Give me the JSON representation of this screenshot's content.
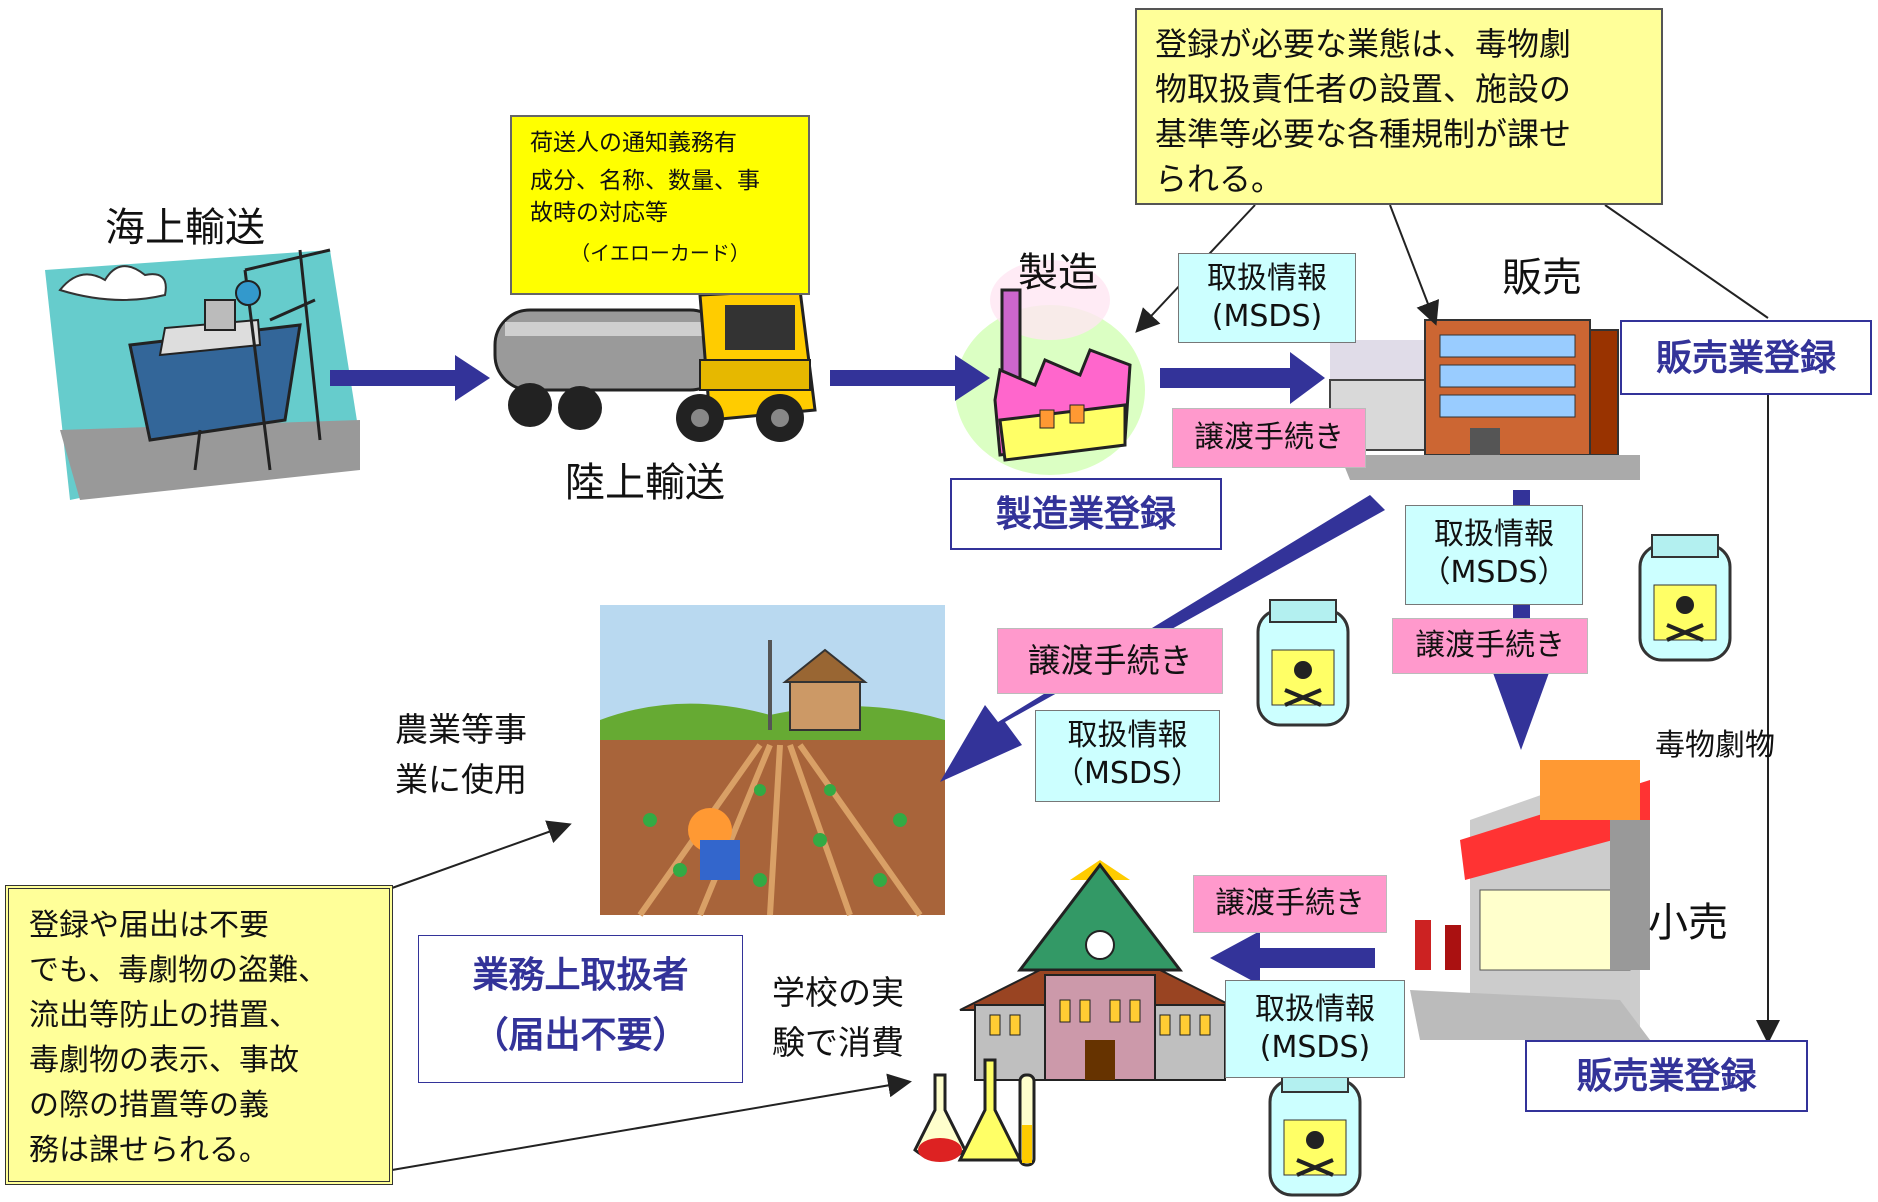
{
  "colors": {
    "arrow": "#333399",
    "thinArrow": "#222222",
    "register": "#333399",
    "pink": "#ff99cc",
    "cyan": "#ccffff",
    "yellow": "#ffff00",
    "cream": "#ffff99"
  },
  "sea": {
    "title": "海上輸送",
    "icon": "cargo-ship-icon"
  },
  "land": {
    "title": "陸上輸送",
    "icon": "tanker-truck-icon"
  },
  "shipper_note": {
    "line1": "荷送人の通知義務有",
    "line2": "成分、名称、数量、事",
    "line3": "故時の対応等",
    "line4": "（イエローカード）"
  },
  "registration_note": {
    "line1": "登録が必要な業態は、毒物劇",
    "line2": "物取扱責任者の設置、施設の",
    "line3": "基準等必要な各種規制が課せ",
    "line4": "られる。"
  },
  "manufacture": {
    "title": "製造",
    "registration": "製造業登録",
    "icon": "factory-icon"
  },
  "sales": {
    "title": "販売",
    "registration": "販売業登録",
    "icon": "office-building-icon"
  },
  "retail": {
    "title": "小売",
    "registration": "販売業登録",
    "icon": "retail-store-icon"
  },
  "msds": {
    "line1": "取扱情報",
    "line2": "(MSDS)",
    "line2_full": "（MSDS）"
  },
  "transfer": "譲渡手続き",
  "poison_label": "毒物劇物",
  "agriculture": {
    "line1": "農業等事",
    "line2": "業に使用",
    "icon": "farm-field-icon"
  },
  "school": {
    "line1": "学校の実",
    "line2": "験で消費",
    "icon": "school-building-icon"
  },
  "business_handler": {
    "line1": "業務上取扱者",
    "line2": "（届出不要）"
  },
  "exempt_note": {
    "line1": "登録や届出は不要",
    "line2": "でも、毒劇物の盗難、",
    "line3": "流出等防止の措置、",
    "line4": "毒劇物の表示、事故",
    "line5": "の際の措置等の義",
    "line6": "務は課せられる。"
  }
}
